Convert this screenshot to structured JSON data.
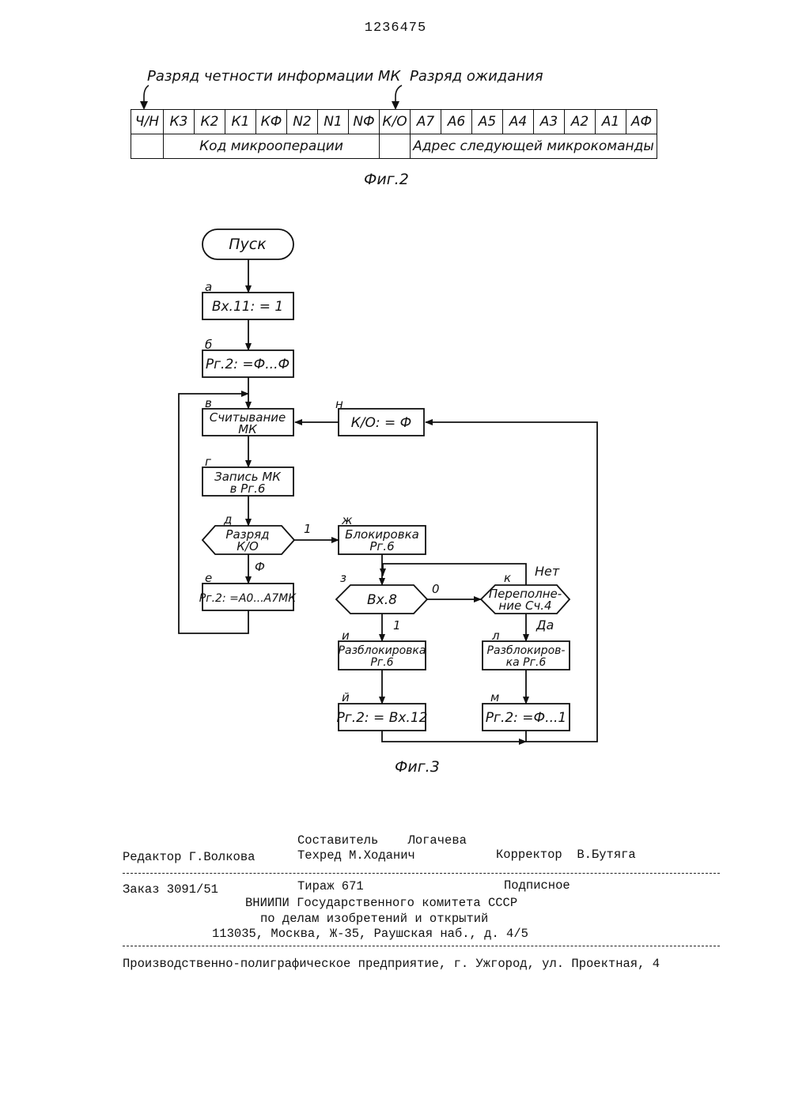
{
  "header": {
    "patent_number": "1236475"
  },
  "figure2": {
    "parity_label": "Разряд четности информации МК",
    "wait_label": "Разряд ожидания",
    "bits": [
      "Ч/Н",
      "К3",
      "К2",
      "К1",
      "КФ",
      "N2",
      "N1",
      "NФ",
      "К/О",
      "А7",
      "А6",
      "А5",
      "А4",
      "А3",
      "А2",
      "А1",
      "АФ"
    ],
    "code_label": "Код микрооперации",
    "address_label": "Адрес следующей микрокоманды",
    "caption": "Фиг.2"
  },
  "figure3": {
    "start": "Пуск",
    "blocks": {
      "a": {
        "letter": "а",
        "lines": [
          "Вх.11: = 1"
        ]
      },
      "b": {
        "letter": "б",
        "lines": [
          "Рг.2: =Ф...Ф"
        ]
      },
      "v": {
        "letter": "в",
        "lines": [
          "Считывание",
          "МК"
        ]
      },
      "g": {
        "letter": "г",
        "lines": [
          "Запись МК",
          "в Рг.6"
        ]
      },
      "d": {
        "letter": "д",
        "lines": [
          "Разряд",
          "К/О"
        ]
      },
      "e": {
        "letter": "е",
        "lines": [
          "Рг.2: =А0...А7МК"
        ]
      },
      "zh": {
        "letter": "ж",
        "lines": [
          "Блокировка",
          "Рг.6"
        ]
      },
      "z": {
        "letter": "з",
        "lines": [
          "Вх.8"
        ]
      },
      "i": {
        "letter": "и",
        "lines": [
          "Разблокировка",
          "Рг.6"
        ]
      },
      "j": {
        "letter": "й",
        "lines": [
          "Рг.2: = Вх.12"
        ]
      },
      "k": {
        "letter": "к",
        "lines": [
          "Переполне-",
          "ние Сч.4"
        ]
      },
      "l": {
        "letter": "л",
        "lines": [
          "Разблокиров-",
          "ка Рг.6"
        ]
      },
      "m": {
        "letter": "м",
        "lines": [
          "Рг.2: =Ф...1"
        ]
      },
      "n": {
        "letter": "н",
        "lines": [
          "К/О: = Ф"
        ]
      }
    },
    "edge_labels": {
      "d_one": "1",
      "d_phi": "Ф",
      "z_zero": "0",
      "z_one": "1",
      "k_no": "Нет",
      "k_yes": "Да"
    },
    "caption": "Фиг.3"
  },
  "imprint": {
    "compiler": "Составитель    Логачева",
    "editor": "Редактор Г.Волкова",
    "techred": "Техред М.Ходанич",
    "corrector": "Корректор  В.Бутяга",
    "order": "Заказ 3091/51",
    "circulation": "Тираж 671",
    "subscription": "Подписное",
    "org1": "ВНИИПИ Государственного комитета СССР",
    "org2": "по делам изобретений и открытий",
    "address": "113035, Москва, Ж-35, Раушская наб., д. 4/5",
    "printer": "Производственно-полиграфическое предприятие, г. Ужгород, ул. Проектная, 4"
  }
}
